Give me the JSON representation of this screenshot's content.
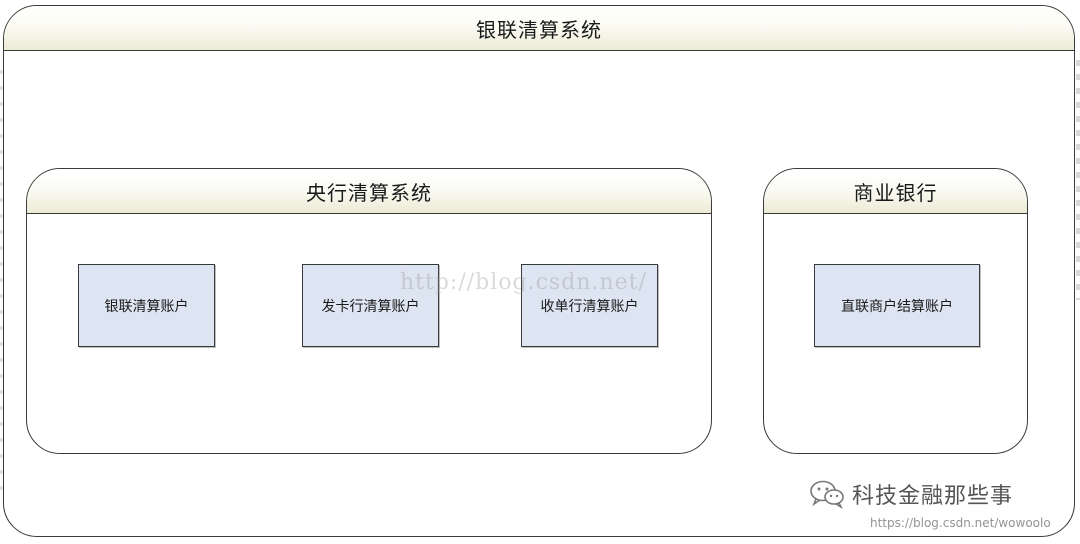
{
  "diagram": {
    "outer_system": {
      "title": "银联清算系统"
    },
    "central_bank_system": {
      "title": "央行清算系统",
      "accounts": [
        {
          "label": "银联清算账户"
        },
        {
          "label": "发卡行清算账户"
        },
        {
          "label": "收单行清算账户"
        }
      ]
    },
    "commercial_bank": {
      "title": "商业银行",
      "accounts": [
        {
          "label": "直联商户结算账户"
        }
      ]
    }
  },
  "watermark": {
    "center_url": "http://blog.csdn.net/",
    "logo_text": "科技金融那些事",
    "logo_icon": "wechat-icon",
    "sub_url": "https://blog.csdn.net/wowoolo"
  },
  "colors": {
    "account_fill": "#dde4f2",
    "header_band": "#ecebd6",
    "stroke": "#3a3a3a"
  }
}
